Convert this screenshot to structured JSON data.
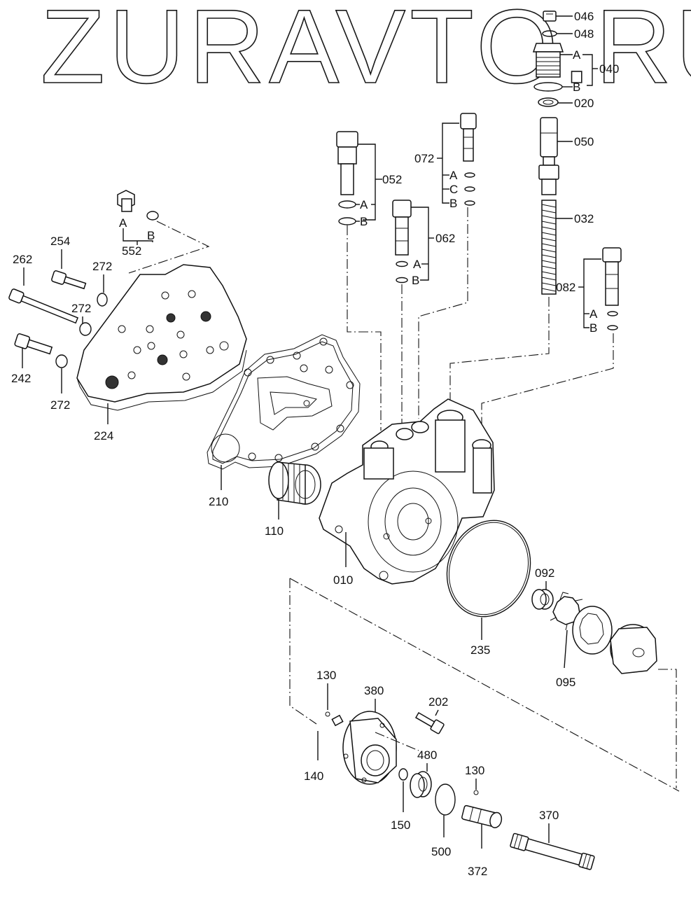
{
  "watermark": "ZURAVTO.RU",
  "labels": {
    "p046": "046",
    "p048": "048",
    "p040": "040",
    "p040a": "A",
    "p040b": "B",
    "p020": "020",
    "p050": "050",
    "p072": "072",
    "p072a": "A",
    "p072c": "C",
    "p072b": "B",
    "p052": "052",
    "p052a": "A",
    "p052b": "B",
    "p062": "062",
    "p062a": "A",
    "p062b": "B",
    "p032": "032",
    "p082": "082",
    "p082a": "A",
    "p082b": "B",
    "p552": "552",
    "p552a": "A",
    "p552b": "B",
    "p254": "254",
    "p262": "262",
    "p272a": "272",
    "p272b": "272",
    "p272c": "272",
    "p242": "242",
    "p224": "224",
    "p210": "210",
    "p110": "110",
    "p010": "010",
    "p092": "092",
    "p235": "235",
    "p095": "095",
    "p130a": "130",
    "p380": "380",
    "p202": "202",
    "p140": "140",
    "p480": "480",
    "p130b": "130",
    "p150": "150",
    "p500": "500",
    "p370": "370",
    "p372": "372"
  }
}
